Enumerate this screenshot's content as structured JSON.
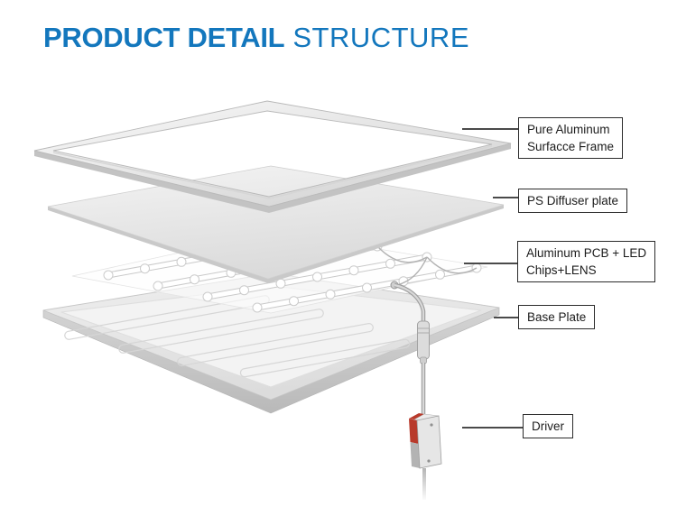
{
  "title": {
    "primary": "PRODUCT DETAIL",
    "secondary": "STRUCTURE"
  },
  "callouts": {
    "frame": {
      "line1": "Pure Aluminum",
      "line2": "Surfacce Frame"
    },
    "diffuser": {
      "line1": "PS Diffuser plate"
    },
    "pcb": {
      "line1": "Aluminum PCB + LED",
      "line2": "Chips+LENS"
    },
    "base": {
      "line1": "Base Plate"
    },
    "driver": {
      "line1": "Driver"
    }
  },
  "diagram_parts": [
    "aluminum-surface-frame",
    "ps-diffuser-plate",
    "led-pcb-strips",
    "base-plate-tray",
    "power-cable",
    "driver-box"
  ],
  "colors": {
    "title_blue": "#1377bd",
    "callout_border": "#2b2b2b",
    "leader_line": "#4a4a4a",
    "driver_red": "#b83a2b",
    "metal_gray": "#d8d8d8"
  }
}
